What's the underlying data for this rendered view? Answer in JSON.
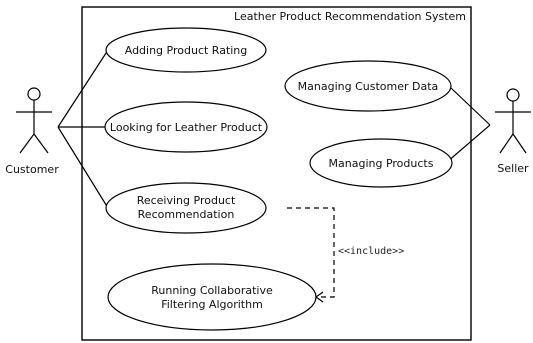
{
  "system": {
    "title": "Leather Product Recommendation System"
  },
  "actors": {
    "customer": "Customer",
    "seller": "Seller"
  },
  "use_cases": {
    "adding_rating": "Adding Product Rating",
    "looking_for_product": "Looking for Leather Product",
    "receiving_recommendation": [
      "Receiving Product",
      "Recommendation"
    ],
    "running_cf": [
      "Running Collaborative",
      "Filtering Algorithm"
    ],
    "managing_customer_data": "Managing Customer Data",
    "managing_products": "Managing Products"
  },
  "relations": {
    "include_label": "<<include>>"
  }
}
